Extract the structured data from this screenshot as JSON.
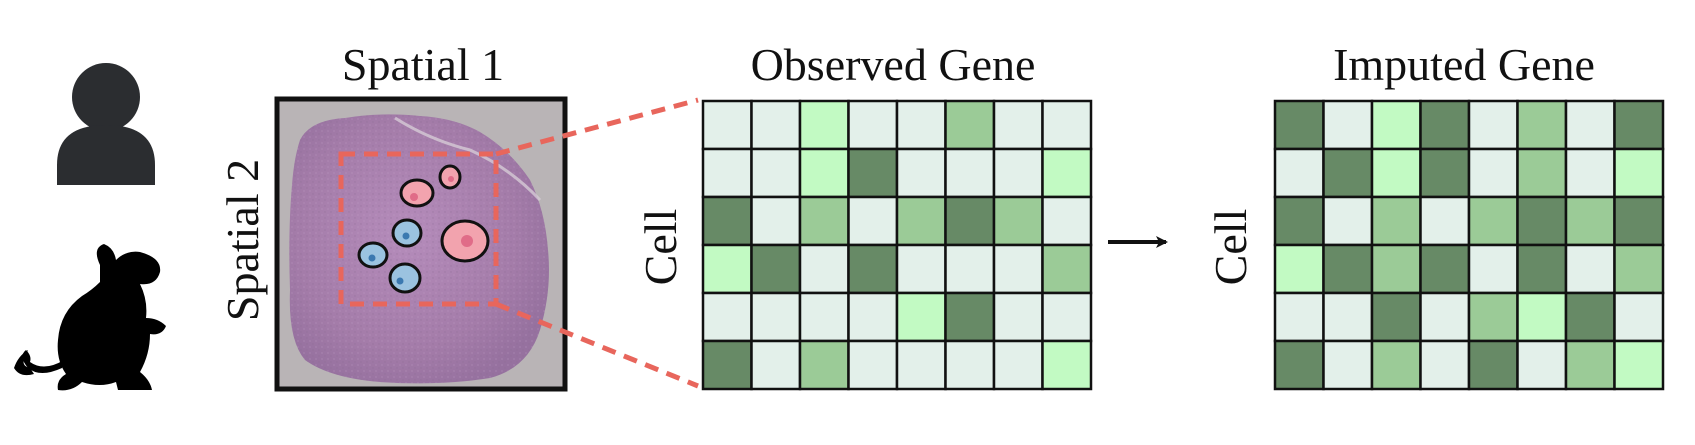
{
  "titles": {
    "spatial_1": "Spatial 1",
    "spatial_2": "Spatial 2",
    "observed": "Observed Gene",
    "imputed": "Imputed Gene"
  },
  "axis_labels": {
    "observed_cell": "Cell",
    "imputed_cell": "Cell"
  },
  "icons": {
    "human": "person-icon",
    "mouse": "mouse-icon",
    "arrow": "arrow-right-icon"
  },
  "colors": {
    "level_0": "#e3f0ea",
    "level_1": "#c2fac3",
    "level_2": "#9bcb97",
    "level_3": "#678a66",
    "grid_line": "#111111",
    "zoom_line": "#e8665c",
    "tissue": "#a07aa8",
    "pink_cell": "#f2a3ae",
    "blue_cell": "#9bc3e0"
  },
  "observed_matrix": [
    [
      0,
      0,
      1,
      0,
      0,
      2,
      0,
      0
    ],
    [
      0,
      0,
      1,
      3,
      0,
      0,
      0,
      1
    ],
    [
      3,
      0,
      2,
      0,
      2,
      3,
      2,
      0
    ],
    [
      1,
      3,
      0,
      3,
      0,
      0,
      0,
      2
    ],
    [
      0,
      0,
      0,
      0,
      1,
      3,
      0,
      0
    ],
    [
      3,
      0,
      2,
      0,
      0,
      0,
      0,
      1
    ]
  ],
  "imputed_matrix": [
    [
      3,
      0,
      1,
      3,
      0,
      2,
      0,
      3
    ],
    [
      0,
      3,
      1,
      3,
      0,
      2,
      0,
      1
    ],
    [
      3,
      0,
      2,
      0,
      2,
      3,
      2,
      3
    ],
    [
      1,
      3,
      2,
      3,
      0,
      3,
      0,
      2
    ],
    [
      0,
      0,
      3,
      0,
      2,
      1,
      3,
      0
    ],
    [
      3,
      0,
      2,
      0,
      3,
      0,
      2,
      1
    ]
  ]
}
